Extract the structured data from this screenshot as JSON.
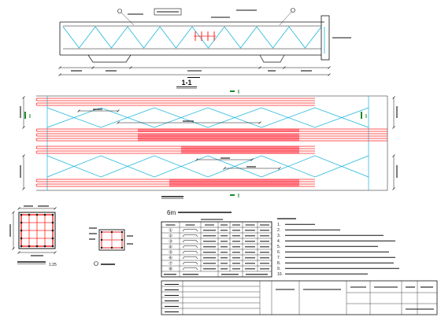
{
  "drawing": {
    "section_title": "1-1",
    "section_marks": [
      "I",
      "I",
      "I",
      "I"
    ],
    "scale": "1:25",
    "table": {
      "title_prefix": "6m",
      "row_ids": [
        "①",
        "②",
        "③",
        "④",
        "⑤",
        "⑥",
        "⑦",
        "⑧"
      ]
    },
    "notes": {
      "item_numbers": [
        "1.",
        "2.",
        "3.",
        "4.",
        "5.",
        "6.",
        "7.",
        "8.",
        "9.",
        "10."
      ]
    }
  },
  "colors": {
    "background": "#ffffff",
    "ink": "#111111",
    "stirrup_cyan": "#19b4d8",
    "rebar_red": "#ff2020",
    "pink_fill": "#ff8f9c",
    "section_mark": "#1d8a2b"
  }
}
